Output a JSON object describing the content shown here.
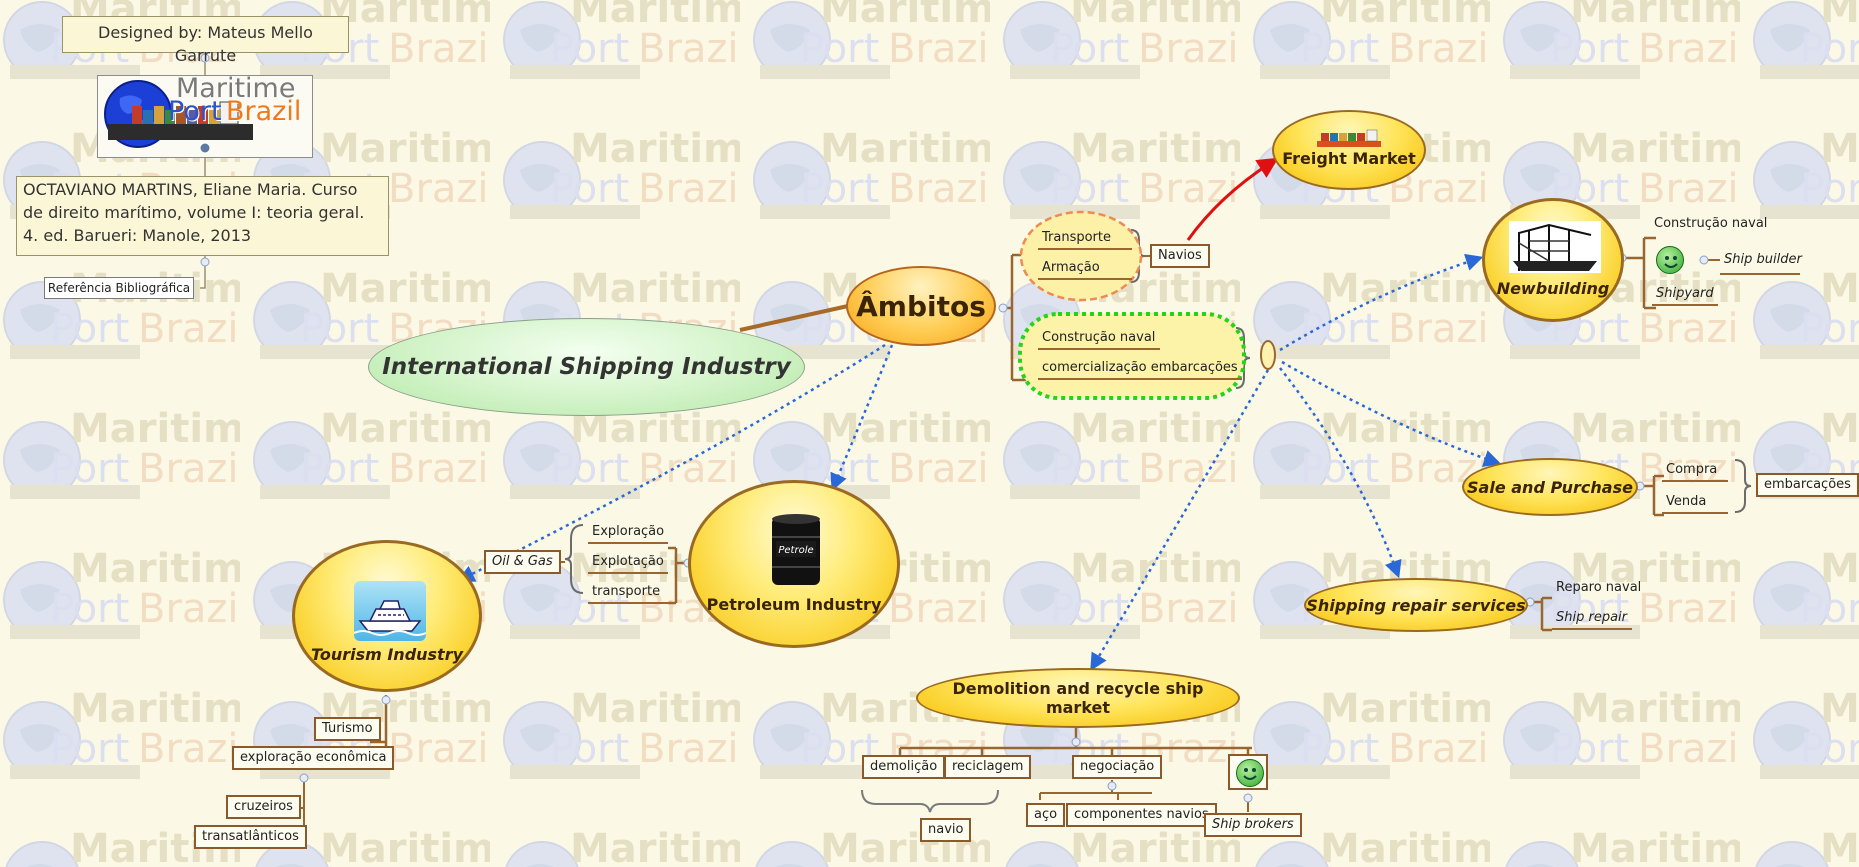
{
  "credits": {
    "designer": "Designed by: Mateus Mello Garrute",
    "reference": "OCTAVIANO MARTINS, Eliane Maria. Curso de direito marítimo, volume I: teoria geral. 4. ed. Barueri: Manole, 2013",
    "reference_label": "Referência Bibliográfica"
  },
  "logo": {
    "line1": "Maritime",
    "line2a": "Port",
    "line2b": "Brazil"
  },
  "central": {
    "title": "International Shipping Industry"
  },
  "ambitos": {
    "title": "Âmbitos",
    "transporte": "Transporte",
    "armacao": "Armação",
    "navios": "Navios",
    "construcao": "Construção naval",
    "comercializacao": "comercialização embarcações"
  },
  "freight": {
    "title": "Freight Market"
  },
  "newbuilding": {
    "title": "Newbuilding",
    "construcao": "Construção naval",
    "ship_builder": "Ship builder",
    "shipyard": "Shipyard"
  },
  "sale": {
    "title": "Sale and Purchase",
    "compra": "Compra",
    "venda": "Venda",
    "embarcacoes": "embarcações"
  },
  "repair": {
    "title": "Shipping repair services",
    "reparo": "Reparo naval",
    "ship_repair": "Ship repair"
  },
  "demolition": {
    "title": "Demolition and recycle ship market",
    "demolicao": "demolição",
    "reciclagem": "reciclagem",
    "navio": "navio",
    "negociacao": "negociação",
    "aco": "aço",
    "componentes": "componentes navios",
    "ship_brokers": "Ship brokers"
  },
  "petroleum": {
    "title": "Petroleum Industry",
    "barrel_label": "Petrole",
    "exploracao": "Exploração",
    "explotacao": "Explotação",
    "transporte": "transporte",
    "oil_gas": "Oil & Gas"
  },
  "tourism": {
    "title": "Tourism Industry",
    "turismo": "Turismo",
    "exploracao": "exploração econômica",
    "cruzeiros": "cruzeiros",
    "transatlanticos": "transatlânticos"
  },
  "colors": {
    "background": "#fbf9e6",
    "node_yellow": "#ffe55c",
    "node_border": "#9a6a22",
    "central_green": "#c9efc0",
    "dotted_link": "#2a68d8",
    "red_link": "#e01010",
    "green_cloud": "#22d41a",
    "salmon_cloud": "#f08a50"
  }
}
